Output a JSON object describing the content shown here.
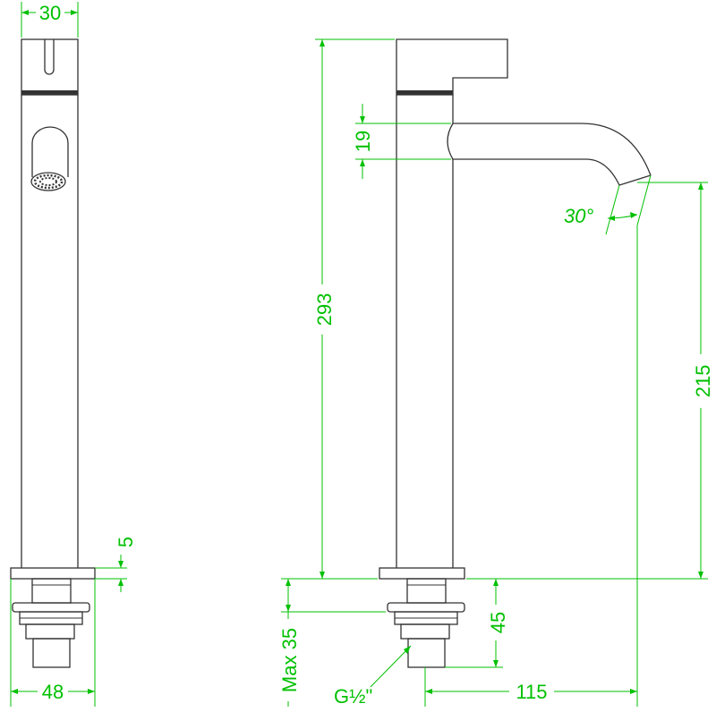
{
  "colors": {
    "dimension": "#00c000",
    "outline": "#333333",
    "background": "#ffffff"
  },
  "dimensions": {
    "front_width_top": "30",
    "front_base_thickness": "5",
    "front_width_bottom": "48",
    "spout_height": "19",
    "outlet_angle": "30°",
    "overall_height": "293",
    "outlet_height": "215",
    "max_panel": "Max 35",
    "thread_length": "45",
    "thread": "G½\"",
    "spout_reach": "115"
  }
}
